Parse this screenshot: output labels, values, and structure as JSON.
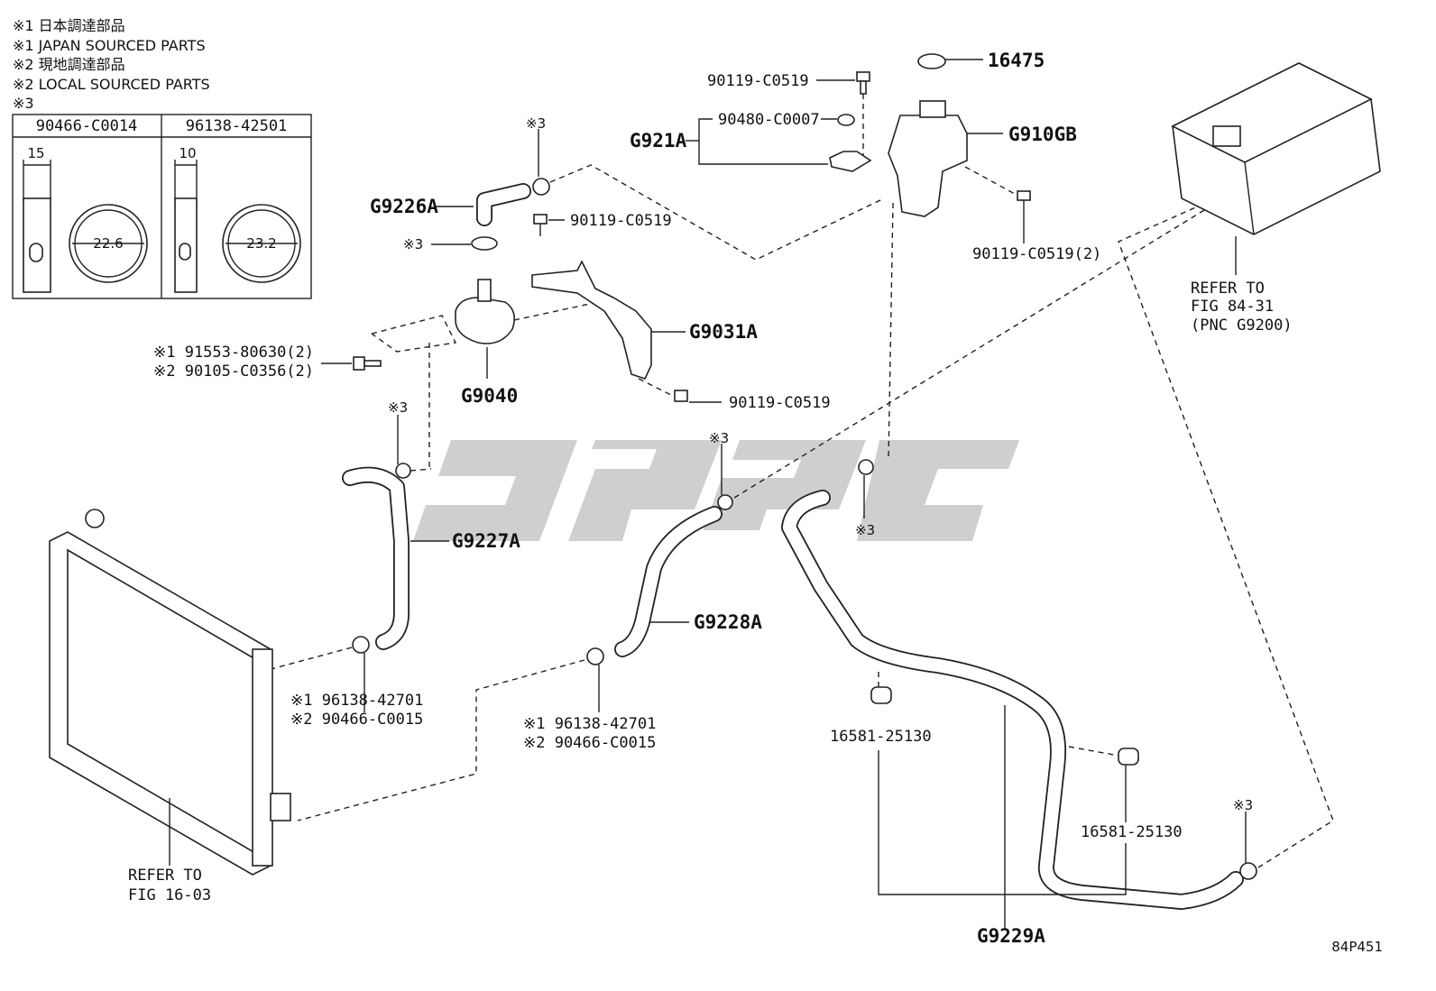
{
  "notes": [
    "※1 日本調達部品",
    "※1 JAPAN SOURCED PARTS",
    "※2 現地調達部品",
    "※2 LOCAL SOURCED PARTS",
    "※3"
  ],
  "clamp_table": {
    "headers": [
      "90466-C0014",
      "96138-42501"
    ],
    "width_dims": [
      "15",
      "10"
    ],
    "diameters": [
      "22.6",
      "23.2"
    ]
  },
  "labels": {
    "p16475": "16475",
    "p90119_top": "90119-C0519",
    "p90480": "90480-C0007",
    "g921a": "G921A",
    "g910gb": "G910GB",
    "p90119_tank": "90119-C0519(2)",
    "star3_top": "※3",
    "g9226a": "G9226A",
    "p90119_mid": "90119-C0519",
    "star3_pump": "※3",
    "bolt1": "※1 91553-80630(2)",
    "bolt2": "※2 90105-C0356(2)",
    "g9031a": "G9031A",
    "g9040": "G9040",
    "p90119_low": "90119-C0519",
    "star3_g9227": "※3",
    "star3_g9228": "※3",
    "star3_right": "※3",
    "g9227a": "G9227A",
    "g9228a": "G9228A",
    "clampA1": "※1 96138-42701",
    "clampA2": "※2 90466-C0015",
    "clampB1": "※1 96138-42701",
    "clampB2": "※2 90466-C0015",
    "p16581_a": "16581-25130",
    "p16581_b": "16581-25130",
    "star3_bottom": "※3",
    "g9229a": "G9229A",
    "ref_inv_1": "REFER TO",
    "ref_inv_2": "FIG 84-31",
    "ref_inv_3": "(PNC G9200)",
    "ref_rad_1": "REFER TO",
    "ref_rad_2": "FIG 16-03",
    "code": "84P451"
  }
}
